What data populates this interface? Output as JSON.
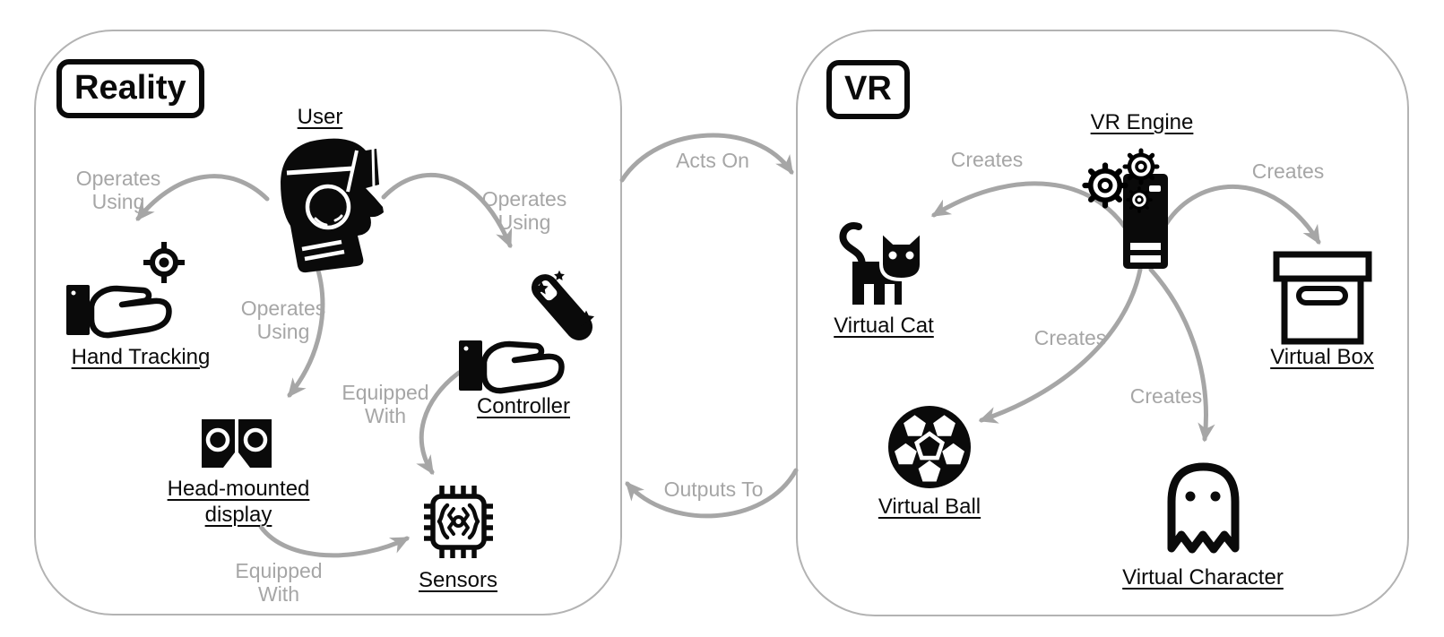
{
  "diagram": {
    "background": "#ffffff",
    "arrow_gray": "#a6a6a6",
    "panel_border_gray": "#b3b3b3",
    "ink_black": "#0a0a0a"
  },
  "reality": {
    "title": "Reality",
    "nodes": {
      "user": "User",
      "hand_tracking": "Hand Tracking",
      "head_mounted_display_line1": "Head-mounted",
      "head_mounted_display_line2": "display",
      "controller": "Controller",
      "sensors": "Sensors"
    },
    "relations": {
      "operates_using_line1": "Operates",
      "operates_using_line2": "Using",
      "equipped_with_line1": "Equipped",
      "equipped_with_line2": "With"
    }
  },
  "links": {
    "acts_on": "Acts On",
    "outputs_to": "Outputs To"
  },
  "vr": {
    "title": "VR",
    "nodes": {
      "vr_engine": "VR Engine",
      "virtual_cat": "Virtual Cat",
      "virtual_box": "Virtual Box",
      "virtual_ball": "Virtual Ball",
      "virtual_character": "Virtual Character"
    },
    "relations": {
      "creates": "Creates"
    }
  },
  "icons": {
    "user": "person-head-with-vr-headset-icon",
    "hand_tracking": "open-hand-with-target-icon",
    "target": "crosshair-target-icon",
    "controller": "open-hand-with-magic-wand-icon",
    "head_mounted_display": "vr-goggles-icon",
    "sensors": "microchip-sensor-icon",
    "vr_engine": "computer-tower-with-gears-icon",
    "virtual_cat": "cat-icon",
    "virtual_box": "storage-box-icon",
    "virtual_ball": "soccer-ball-icon",
    "virtual_character": "ghost-icon"
  }
}
